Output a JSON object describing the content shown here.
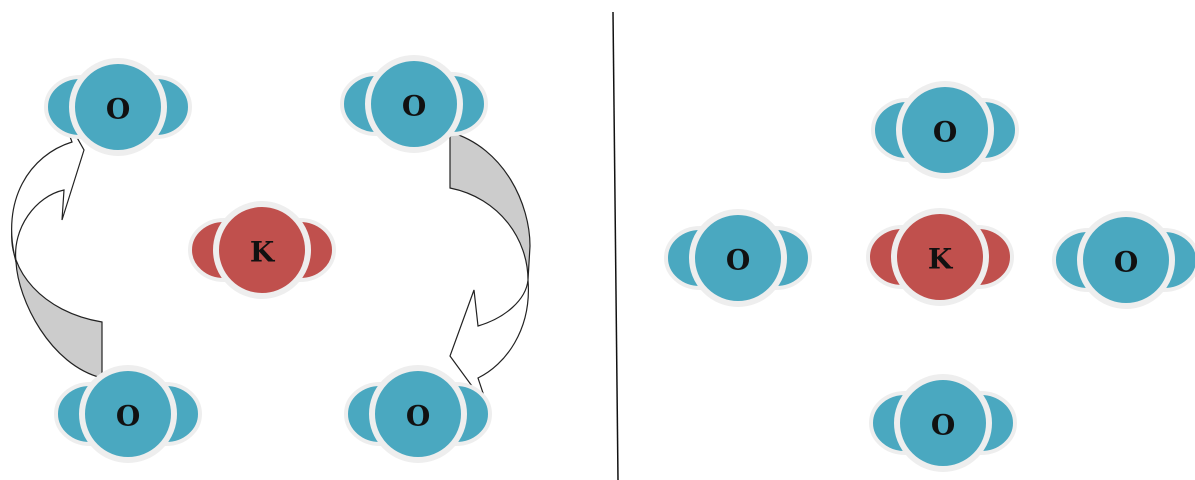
{
  "colors": {
    "oxygen": "#4aa8c0",
    "potassium": "#c0504d",
    "atom_outline": "#eeeeee",
    "arrow_fill_shaded": "#cccccc",
    "arrow_fill_open": "#ffffff",
    "arrow_stroke": "#222222",
    "divider": "#111111"
  },
  "atoms": {
    "left": {
      "top_left": "O",
      "top_right": "O",
      "center": "K",
      "bottom_left": "O",
      "bottom_right": "O"
    },
    "right": {
      "top": "O",
      "left": "O",
      "center": "K",
      "right": "O",
      "bottom": "O"
    }
  }
}
